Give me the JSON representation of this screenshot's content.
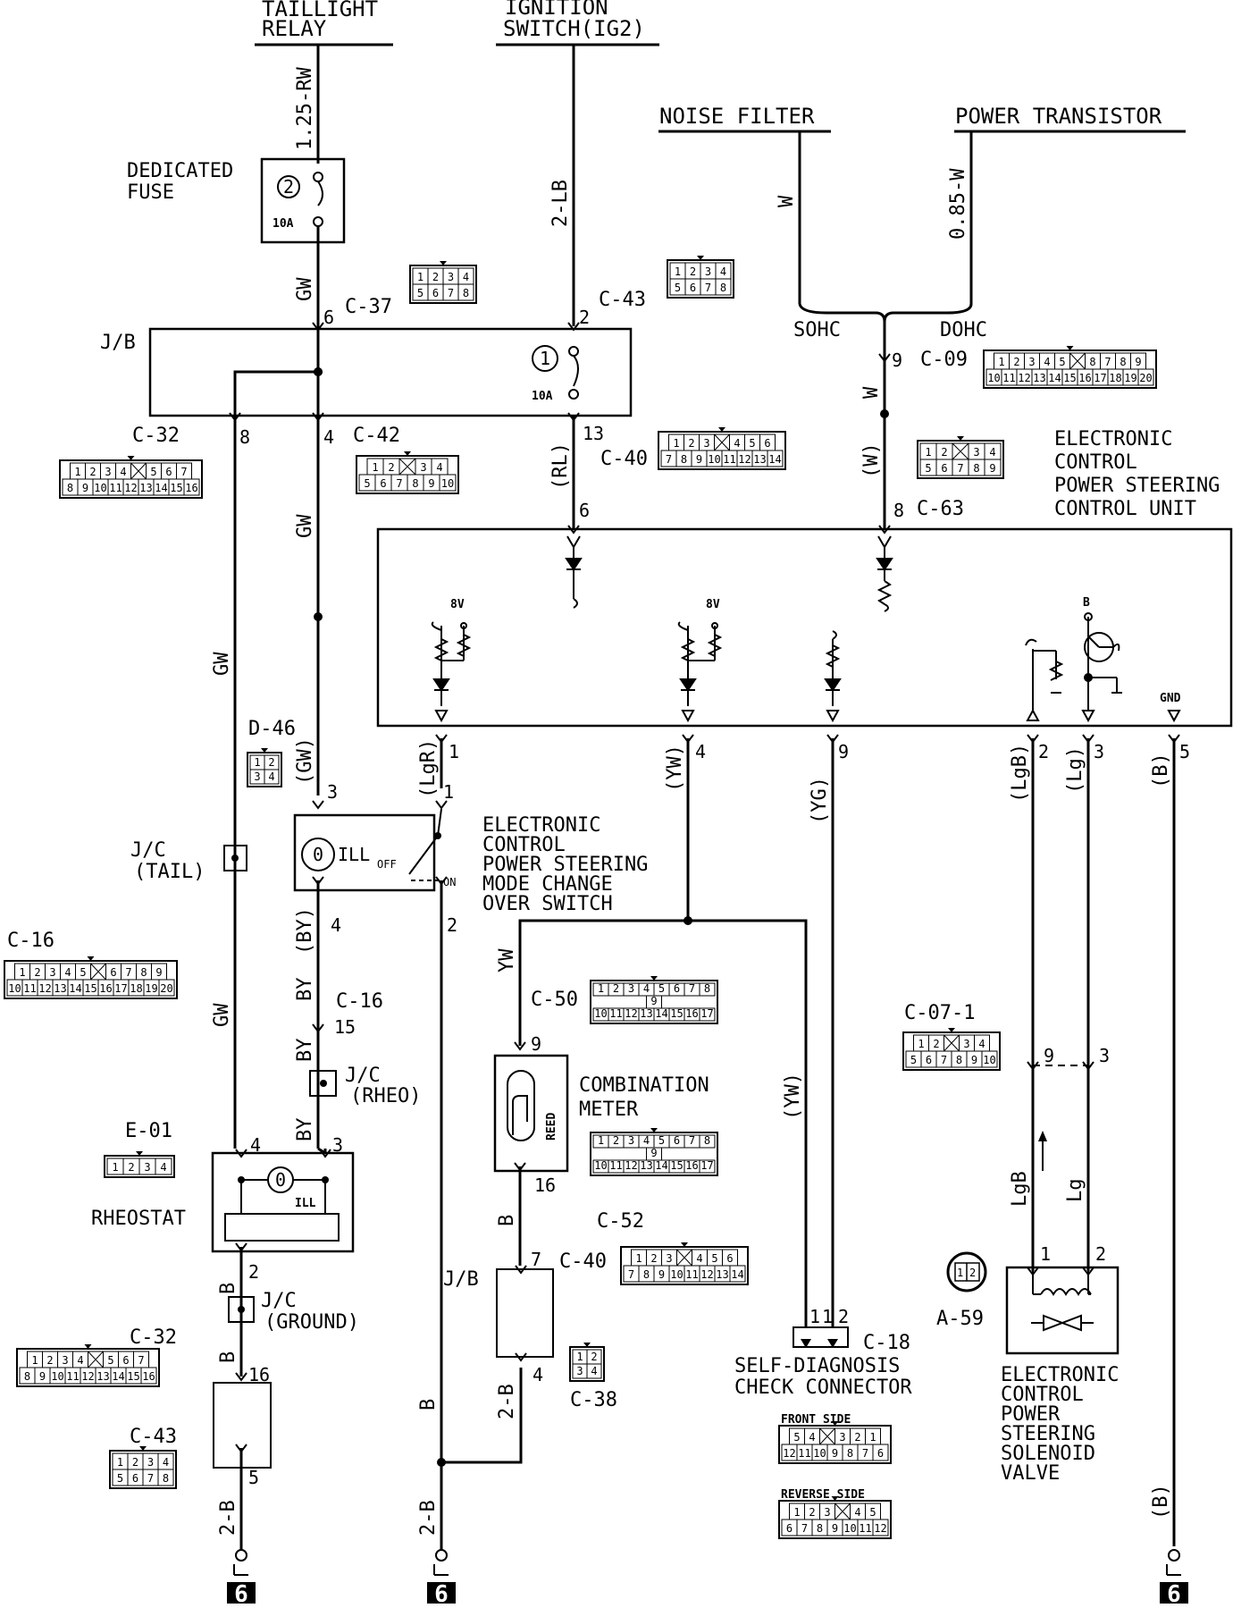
{
  "headers": {
    "taillight_relay": [
      "TAILLIGHT",
      "RELAY"
    ],
    "ignition_switch": [
      "IGNITION",
      "SWITCH(IG2)"
    ],
    "noise_filter": "NOISE FILTER",
    "power_transistor": "POWER TRANSISTOR"
  },
  "labels": {
    "dedicated_fuse": [
      "DEDICATED",
      "FUSE"
    ],
    "fuse2_num": "2",
    "fuse_rating": "10A",
    "jb1": "J/B",
    "jb2": "J/B",
    "fuse1_num": "1",
    "fuse1_rating": "10A",
    "sohc": "SOHC",
    "dohc": "DOHC",
    "ecu": [
      "ELECTRONIC",
      "CONTROL",
      "POWER STEERING",
      "CONTROL UNIT"
    ],
    "v8a": "8V",
    "v8b": "8V",
    "b_term": "B",
    "gnd": "GND",
    "mode_switch": [
      "ELECTRONIC",
      "CONTROL",
      "POWER STEERING",
      "MODE CHANGE",
      "OVER SWITCH"
    ],
    "ill": "ILL",
    "off": "OFF",
    "on": "ON",
    "jc_tail": [
      "J/C",
      "(TAIL)"
    ],
    "jc_rheo": [
      "J/C",
      "(RHEO)"
    ],
    "jc_ground": [
      "J/C",
      "(GROUND)"
    ],
    "rheostat": "RHEOSTAT",
    "rheo_ill": "ILL",
    "combination_meter": [
      "COMBINATION",
      "METER"
    ],
    "reed": "REED",
    "self_diag": [
      "SELF-DIAGNOSIS",
      "CHECK CONNECTOR"
    ],
    "front_side": "FRONT SIDE",
    "reverse_side": "REVERSE SIDE",
    "solenoid": [
      "ELECTRONIC",
      "CONTROL",
      "POWER",
      "STEERING",
      "SOLENOID",
      "VALVE"
    ],
    "ground_num": "6"
  },
  "connectors": {
    "c37": "C-37",
    "c43a": "C-43",
    "c09": "C-09",
    "c32a": "C-32",
    "c42": "C-42",
    "c40a": "C-40",
    "c63": "C-63",
    "d46": "D-46",
    "c16": "C-16",
    "c16b": "C-16",
    "c50": "C-50",
    "c52": "C-52",
    "c071": "C-07-1",
    "e01": "E-01",
    "c32b": "C-32",
    "c40b": "C-40",
    "c38": "C-38",
    "c18": "C-18",
    "a59": "A-59",
    "c43b": "C-43"
  },
  "wires": {
    "w1": "1.25-RW",
    "w2": "2-LB",
    "w3": "W",
    "w4": "0.85-W",
    "w5": "GW",
    "w6": "GW",
    "w7": "GW",
    "w8": "GW",
    "w9": "(RL)",
    "w10": "W",
    "w11": "(W)",
    "w12": "(GW)",
    "w13": "(LgR)",
    "w14": "(YW)",
    "w15": "(YG)",
    "w16": "(LgB)",
    "w17": "(Lg)",
    "w18": "(B)",
    "w19": "(BY)",
    "w20": "BY",
    "w21": "BY",
    "w22": "BY",
    "w23": "YW",
    "w24": "(YW)",
    "w25": "LgB",
    "w26": "Lg",
    "w27": "B",
    "w28": "B",
    "w29": "B",
    "w30": "2-B",
    "w31": "B",
    "w32": "2-B",
    "w33": "2-B",
    "w34": "(B)"
  },
  "pins": {
    "p6": "6",
    "p2": "2",
    "p9": "9",
    "p8a": "8",
    "p4a": "4",
    "p13": "13",
    "p6b": "6",
    "p8b": "8",
    "p1a": "1",
    "p4b": "4",
    "p9b": "9",
    "p2b": "2",
    "p3a": "3",
    "p5a": "5",
    "p3b": "3",
    "p1b": "1",
    "p4c": "4",
    "p2c": "2",
    "p15": "15",
    "p9c": "9",
    "p9d": "9",
    "p3c": "3",
    "p4d": "4",
    "p3d": "3",
    "p16a": "16",
    "p7": "7",
    "p2d": "2",
    "p16b": "16",
    "p5b": "5",
    "p4e": "4",
    "p1c": "1",
    "p1d": "1",
    "p2e": "2",
    "p1e": "1",
    "p2f": "2"
  },
  "conn_tables": {
    "c37": [
      [
        "1",
        "2",
        "3",
        "4"
      ],
      [
        "5",
        "6",
        "7",
        "8"
      ]
    ],
    "c43a": [
      [
        "1",
        "2",
        "3",
        "4"
      ],
      [
        "5",
        "6",
        "7",
        "8"
      ]
    ],
    "c09": [
      [
        "1",
        "2",
        "3",
        "4",
        "5",
        "",
        "8",
        "7",
        "8",
        "9"
      ],
      [
        "10",
        "11",
        "12",
        "13",
        "14",
        "15",
        "16",
        "17",
        "18",
        "19",
        "20"
      ]
    ],
    "c32a": [
      [
        "1",
        "2",
        "3",
        "4",
        "",
        "5",
        "6",
        "7"
      ],
      [
        "8",
        "9",
        "10",
        "11",
        "12",
        "13",
        "14",
        "15",
        "16"
      ]
    ],
    "c42": [
      [
        "1",
        "2",
        "",
        "3",
        "4"
      ],
      [
        "5",
        "6",
        "7",
        "8",
        "9",
        "10"
      ]
    ],
    "c40a": [
      [
        "1",
        "2",
        "3",
        "",
        "4",
        "5",
        "6"
      ],
      [
        "7",
        "8",
        "9",
        "10",
        "11",
        "12",
        "13",
        "14"
      ]
    ],
    "c63": [
      [
        "1",
        "2",
        "",
        "3",
        "4"
      ],
      [
        "5",
        "6",
        "7",
        "8",
        "9"
      ]
    ],
    "d46": [
      [
        "1",
        "2"
      ],
      [
        "3",
        "4"
      ]
    ],
    "c16": [
      [
        "1",
        "2",
        "3",
        "4",
        "5",
        "",
        "6",
        "7",
        "8",
        "9"
      ],
      [
        "10",
        "11",
        "12",
        "13",
        "14",
        "15",
        "16",
        "17",
        "18",
        "19",
        "20"
      ]
    ],
    "c50": [
      [
        "1",
        "2",
        "3",
        "4",
        "5",
        "6",
        "7",
        "8"
      ],
      [
        "9"
      ],
      [
        "10",
        "11",
        "12",
        "13",
        "14",
        "15",
        "16",
        "17"
      ]
    ],
    "c52": [
      [
        "1",
        "2",
        "3",
        "4",
        "5",
        "6",
        "7",
        "8"
      ],
      [
        "9"
      ],
      [
        "10",
        "11",
        "12",
        "13",
        "14",
        "15",
        "16",
        "17"
      ]
    ],
    "c071": [
      [
        "1",
        "2",
        "",
        "3",
        "4"
      ],
      [
        "5",
        "6",
        "7",
        "8",
        "9",
        "10"
      ]
    ],
    "e01": [
      [
        "1",
        "2",
        "3",
        "4"
      ]
    ],
    "c32b": [
      [
        "1",
        "2",
        "3",
        "4",
        "",
        "5",
        "6",
        "7"
      ],
      [
        "8",
        "9",
        "10",
        "11",
        "12",
        "13",
        "14",
        "15",
        "16"
      ]
    ],
    "c40b": [
      [
        "1",
        "2",
        "3",
        "",
        "4",
        "5",
        "6"
      ],
      [
        "7",
        "8",
        "9",
        "10",
        "11",
        "12",
        "13",
        "14"
      ]
    ],
    "c38": [
      [
        "1",
        "2"
      ],
      [
        "3",
        "4"
      ]
    ],
    "c43b": [
      [
        "1",
        "2",
        "3",
        "4"
      ],
      [
        "5",
        "6",
        "7",
        "8"
      ]
    ],
    "front": [
      [
        "5",
        "4",
        "",
        "3",
        "2",
        "1"
      ],
      [
        "12",
        "11",
        "10",
        "9",
        "8",
        "7",
        "6"
      ]
    ],
    "reverse": [
      [
        "1",
        "2",
        "3",
        "",
        "4",
        "5"
      ],
      [
        "6",
        "7",
        "8",
        "9",
        "10",
        "11",
        "12"
      ]
    ],
    "a59": [
      [
        "1",
        "2"
      ]
    ]
  }
}
